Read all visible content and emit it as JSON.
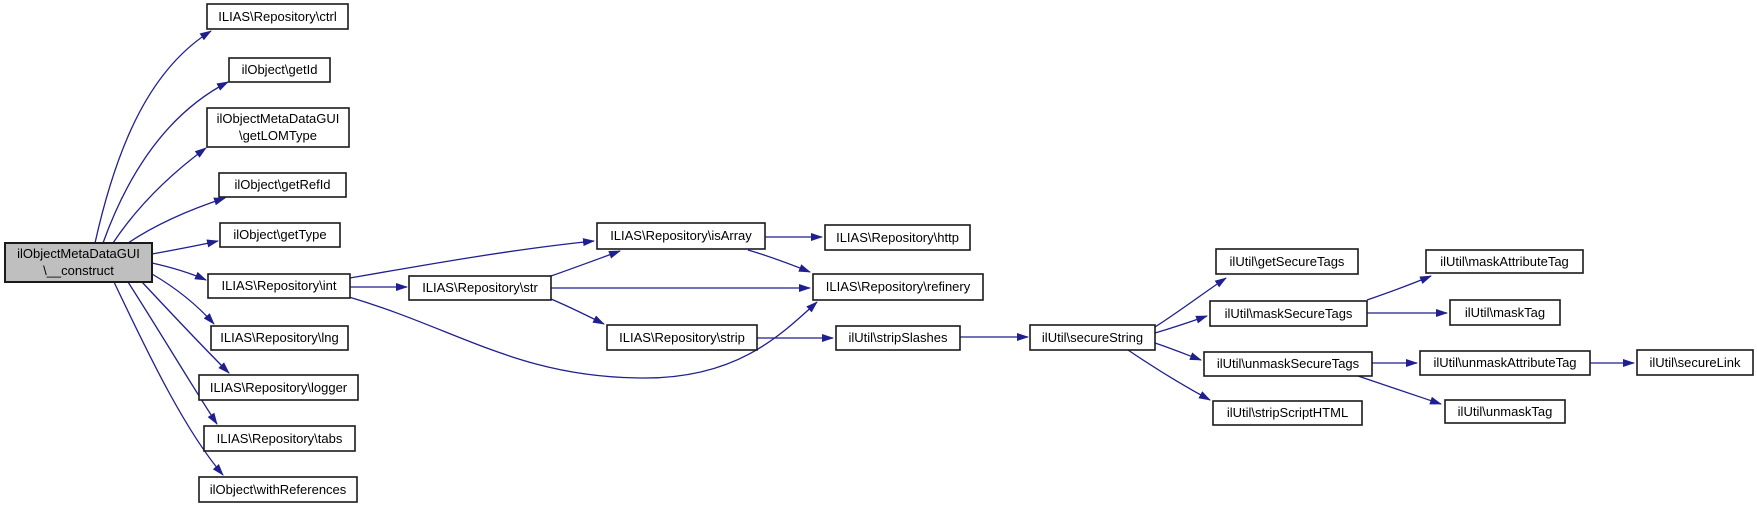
{
  "diagram_type": "call-graph",
  "colors": {
    "edge": "#1f1f8f",
    "node_fill": "#ffffff",
    "node_border": "#1a1a1a",
    "root_fill": "#bfbfbf",
    "text": "#000000",
    "background": "#ffffff"
  },
  "nodes": {
    "construct": {
      "label": "ilObjectMetaDataGUI\\__construct",
      "lines": [
        "ilObjectMetaDataGUI",
        "\\__construct"
      ],
      "root": true
    },
    "ctrl": {
      "label": "ILIAS\\Repository\\ctrl"
    },
    "getId": {
      "label": "ilObject\\getId"
    },
    "getLOMType": {
      "label": "ilObjectMetaDataGUI\\getLOMType",
      "lines": [
        "ilObjectMetaDataGUI",
        "\\getLOMType"
      ]
    },
    "getRefId": {
      "label": "ilObject\\getRefId"
    },
    "getType": {
      "label": "ilObject\\getType"
    },
    "int": {
      "label": "ILIAS\\Repository\\int"
    },
    "lng": {
      "label": "ILIAS\\Repository\\lng"
    },
    "logger": {
      "label": "ILIAS\\Repository\\logger"
    },
    "tabs": {
      "label": "ILIAS\\Repository\\tabs"
    },
    "withReferences": {
      "label": "ilObject\\withReferences"
    },
    "str": {
      "label": "ILIAS\\Repository\\str"
    },
    "isArray": {
      "label": "ILIAS\\Repository\\isArray"
    },
    "strip": {
      "label": "ILIAS\\Repository\\strip"
    },
    "http": {
      "label": "ILIAS\\Repository\\http"
    },
    "refinery": {
      "label": "ILIAS\\Repository\\refinery"
    },
    "stripSlashes": {
      "label": "ilUtil\\stripSlashes"
    },
    "secureString": {
      "label": "ilUtil\\secureString"
    },
    "getSecureTags": {
      "label": "ilUtil\\getSecureTags"
    },
    "maskSecureTags": {
      "label": "ilUtil\\maskSecureTags"
    },
    "unmaskSecureTags": {
      "label": "ilUtil\\unmaskSecureTags"
    },
    "stripScriptHTML": {
      "label": "ilUtil\\stripScriptHTML"
    },
    "maskAttributeTag": {
      "label": "ilUtil\\maskAttributeTag"
    },
    "maskTag": {
      "label": "ilUtil\\maskTag"
    },
    "unmaskAttributeTag": {
      "label": "ilUtil\\unmaskAttributeTag"
    },
    "unmaskTag": {
      "label": "ilUtil\\unmaskTag"
    },
    "secureLink": {
      "label": "ilUtil\\secureLink"
    }
  },
  "edges": [
    {
      "from": "construct",
      "to": "ctrl"
    },
    {
      "from": "construct",
      "to": "getId"
    },
    {
      "from": "construct",
      "to": "getLOMType"
    },
    {
      "from": "construct",
      "to": "getRefId"
    },
    {
      "from": "construct",
      "to": "getType"
    },
    {
      "from": "construct",
      "to": "int"
    },
    {
      "from": "construct",
      "to": "lng"
    },
    {
      "from": "construct",
      "to": "logger"
    },
    {
      "from": "construct",
      "to": "tabs"
    },
    {
      "from": "construct",
      "to": "withReferences"
    },
    {
      "from": "int",
      "to": "str"
    },
    {
      "from": "int",
      "to": "isArray"
    },
    {
      "from": "int",
      "to": "refinery"
    },
    {
      "from": "str",
      "to": "isArray"
    },
    {
      "from": "str",
      "to": "refinery"
    },
    {
      "from": "str",
      "to": "strip"
    },
    {
      "from": "isArray",
      "to": "http"
    },
    {
      "from": "isArray",
      "to": "refinery"
    },
    {
      "from": "strip",
      "to": "stripSlashes"
    },
    {
      "from": "stripSlashes",
      "to": "secureString"
    },
    {
      "from": "secureString",
      "to": "getSecureTags"
    },
    {
      "from": "secureString",
      "to": "maskSecureTags"
    },
    {
      "from": "secureString",
      "to": "unmaskSecureTags"
    },
    {
      "from": "secureString",
      "to": "stripScriptHTML"
    },
    {
      "from": "maskSecureTags",
      "to": "maskAttributeTag"
    },
    {
      "from": "maskSecureTags",
      "to": "maskTag"
    },
    {
      "from": "unmaskSecureTags",
      "to": "unmaskAttributeTag"
    },
    {
      "from": "unmaskSecureTags",
      "to": "unmaskTag"
    },
    {
      "from": "unmaskAttributeTag",
      "to": "secureLink"
    }
  ]
}
